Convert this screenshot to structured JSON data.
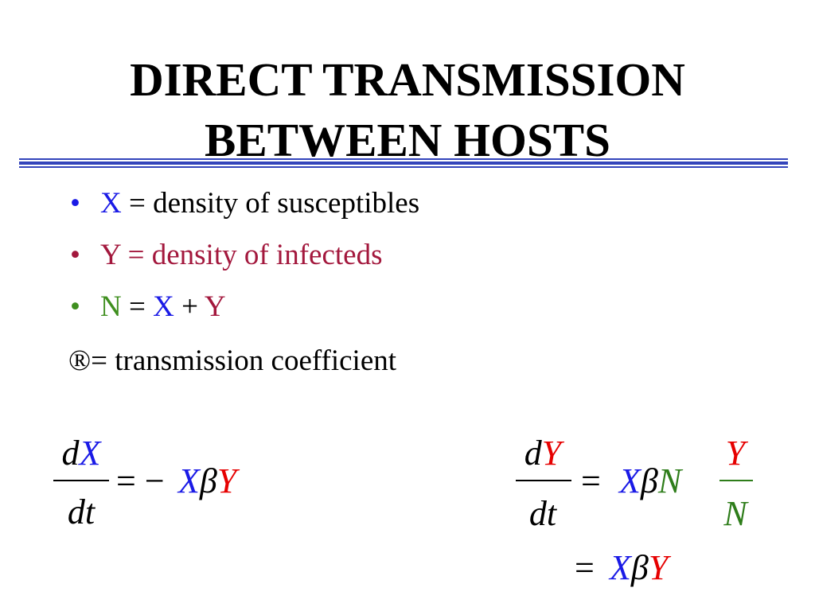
{
  "slide": {
    "title_line1": "DIRECT TRANSMISSION",
    "title_line2": "BETWEEN HOSTS"
  },
  "bullets": [
    {
      "bullet": "•",
      "symbol": "X",
      "text": " = density of susceptibles"
    },
    {
      "bullet": "•",
      "text": "Y = density of infecteds"
    },
    {
      "bullet": "•",
      "symbol_n": "N",
      "eq": " = ",
      "symbol_x": "X",
      "plus": " + ",
      "symbol_y": "Y"
    }
  ],
  "coefficient_line": "®= transmission coefficient",
  "equation_left": {
    "num_d": "d",
    "num_var": "X",
    "den": "dt",
    "rhs_op": "= −",
    "rhs_x": "X",
    "rhs_beta": "β",
    "rhs_y": "Y"
  },
  "equation_right": {
    "num_d": "d",
    "num_var": "Y",
    "den": "dt",
    "eq1": "=",
    "rhs_x": "X",
    "rhs_beta": "β",
    "rhs_n": "N",
    "frac_num": "Y",
    "frac_den": "N",
    "eq2": "=",
    "line2_x": "X",
    "line2_beta": "β",
    "line2_y": "Y"
  },
  "colors": {
    "title_rule": "#3344bb",
    "susceptibles": "#1a1ae6",
    "infecteds": "#a3183d",
    "total": "#3f8f1f",
    "eq_y": "#e60000",
    "eq_n": "#2e7d1a"
  }
}
